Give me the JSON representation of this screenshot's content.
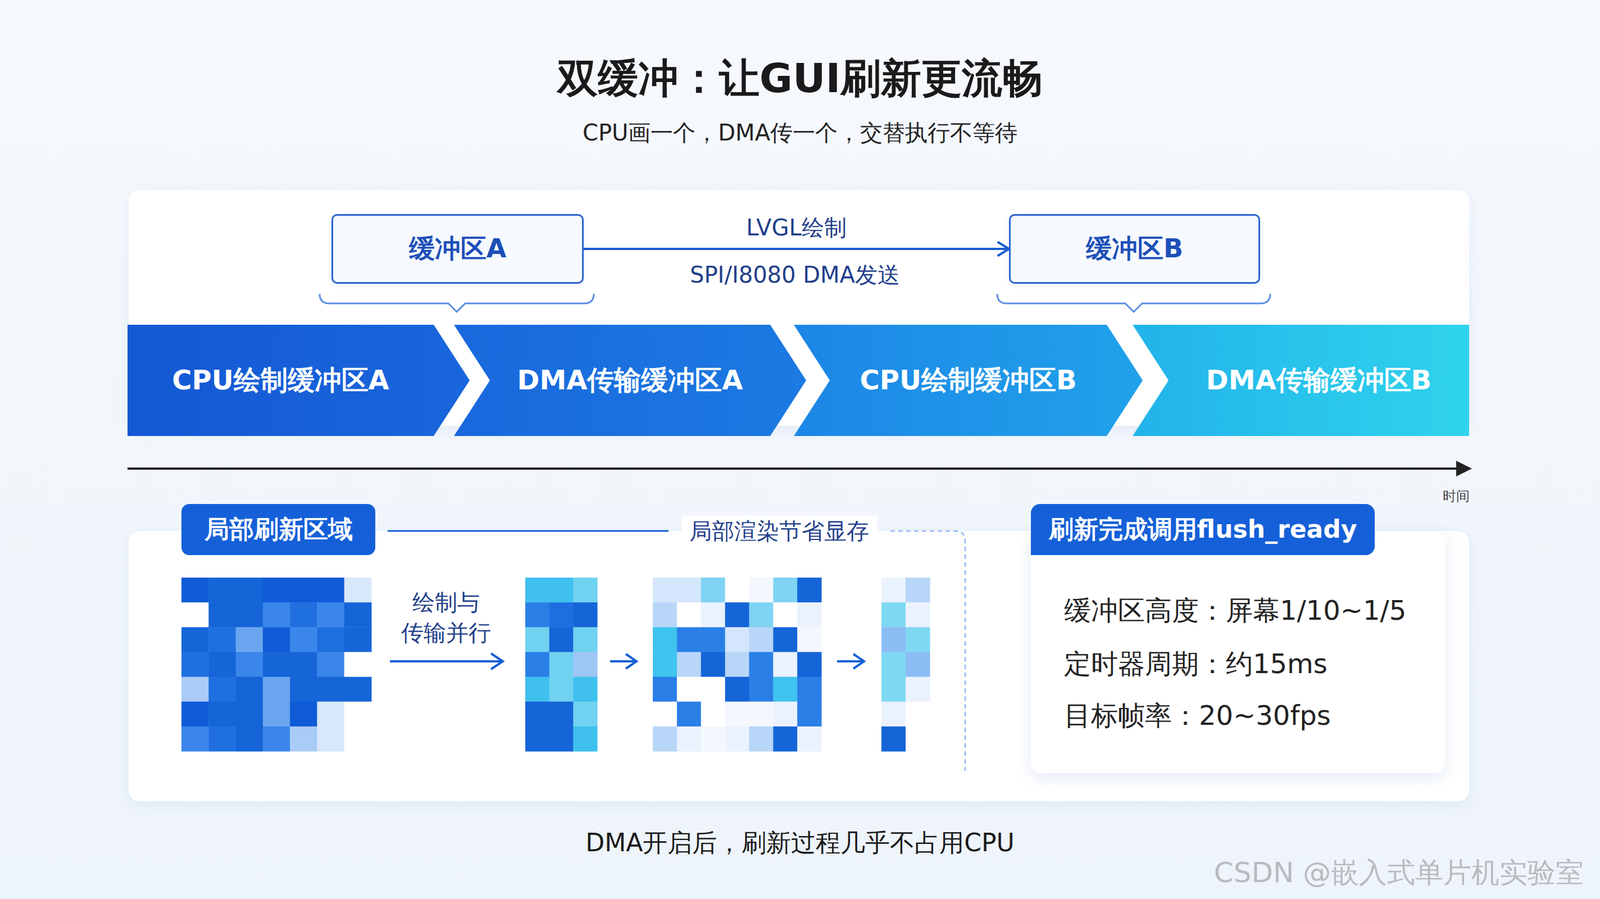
{
  "diagram": {
    "title": "双缓冲：让GUI刷新更流畅",
    "caption": "DMA开启后，刷新过程几乎不占用CPU",
    "nodes": [
      {
        "text": [
          "缓冲区A"
        ]
      },
      {
        "text": [
          "缓冲区B"
        ]
      },
      {
        "text": [
          "CPU绘制缓冲区A"
        ]
      },
      {
        "text": [
          "DMA传输缓冲区A"
        ]
      },
      {
        "text": [
          "CPU绘制缓冲区B"
        ]
      },
      {
        "text": [
          "DMA传输缓冲区B"
        ]
      },
      {
        "text": [
          "局部刷新区域"
        ]
      },
      {
        "text": [
          "刷新完成调用flush_ready",
          "缓冲区高度：屏幕1/10~1/5",
          "定时器周期：约15ms",
          "目标帧率：20~30fps"
        ]
      }
    ],
    "edges": [
      {
        "from": 0,
        "to": 1,
        "arrow": "to",
        "label": "LVGL绘制"
      }
    ],
    "labels": [
      "CPU画一个，DMA传一个，交替执行不等待",
      "SPI/I8080 DMA发送",
      "时间",
      "局部渲染节省显存",
      "绘制与 传输并行",
      "CSDN @嵌入式单片机实验室"
    ]
  }
}
